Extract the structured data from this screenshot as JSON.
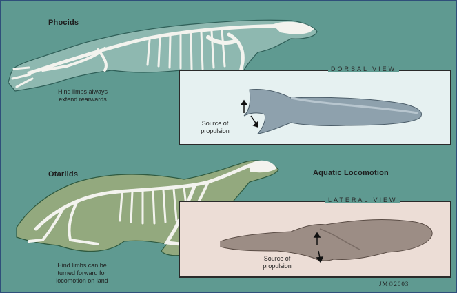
{
  "colors": {
    "background": "#5f9a91",
    "dorsal_panel": "#e6f1f1",
    "lateral_panel": "#ecddd6",
    "phocid_body": "#8eb8b0",
    "otariid_body": "#93a97e",
    "bone": "#f3f3ee",
    "dorsal_seal": "#8ea1ad",
    "lateral_seal": "#9c8d85"
  },
  "labels": {
    "phocids": "Phocids",
    "phocid_caption_1": "Hind limbs always",
    "phocid_caption_2": "extend rearwards",
    "dorsal_view": "DORSAL VIEW",
    "dorsal_source_1": "Source of",
    "dorsal_source_2": "propulsion",
    "otariids": "Otariids",
    "aquatic_locomotion": "Aquatic Locomotion",
    "lateral_view": "LATERAL VIEW",
    "lateral_source_1": "Source of",
    "lateral_source_2": "propulsion",
    "otariid_caption_1": "Hind limbs can be",
    "otariid_caption_2": "turned forward for",
    "otariid_caption_3": "locomotion on land",
    "signature": "JM©2003"
  }
}
